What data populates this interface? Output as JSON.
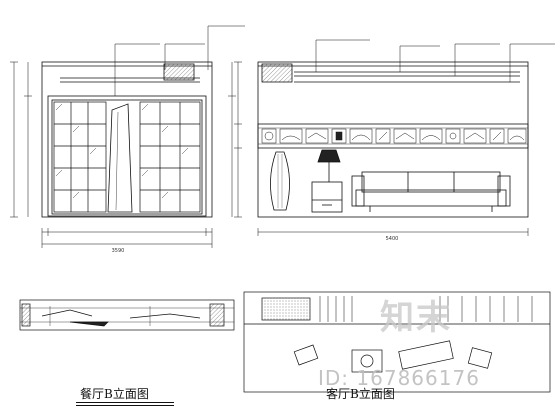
{
  "titles": {
    "left": "餐厅B立面图",
    "right": "客厅B立面图"
  },
  "watermark": {
    "logo": "知末",
    "id": "ID: 167866176"
  },
  "dimensions": {
    "left_total": "3590",
    "right_total": "5400"
  },
  "colors": {
    "line": "#111111",
    "hatch": "#555555",
    "watermark": "#c8c8c8"
  }
}
